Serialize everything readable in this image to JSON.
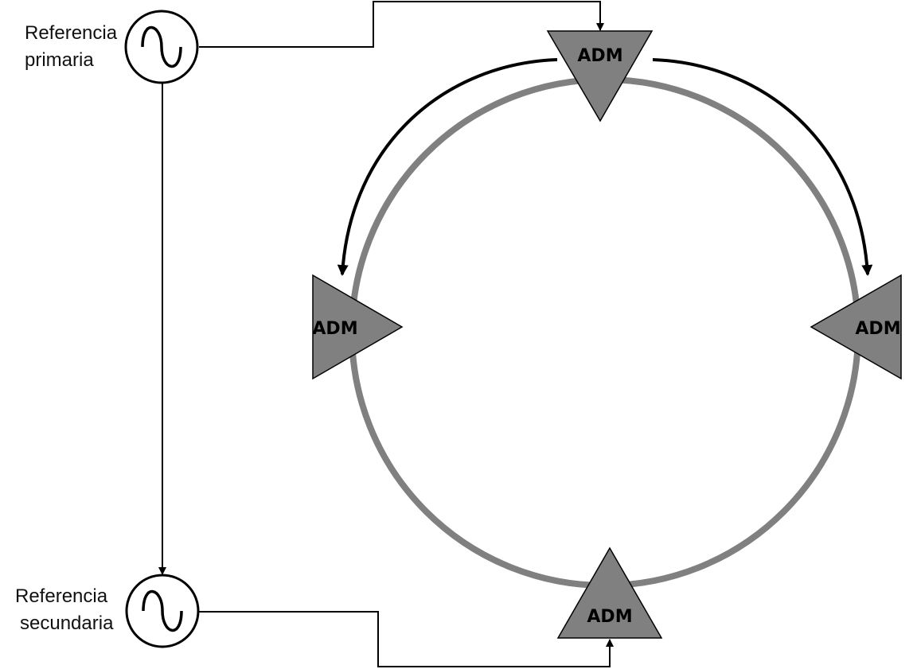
{
  "references": {
    "primary": {
      "line1": "Referencia",
      "line2": "primaria",
      "icon": "sine-wave-source-icon"
    },
    "secondary": {
      "line1": "Referencia",
      "line2": "secundaria",
      "icon": "sine-wave-source-icon"
    }
  },
  "nodes": {
    "top": "ADM",
    "left": "ADM",
    "right": "ADM",
    "bottom": "ADM"
  },
  "colors": {
    "ring": "#808080",
    "node_fill": "#808080",
    "line": "#000000"
  }
}
